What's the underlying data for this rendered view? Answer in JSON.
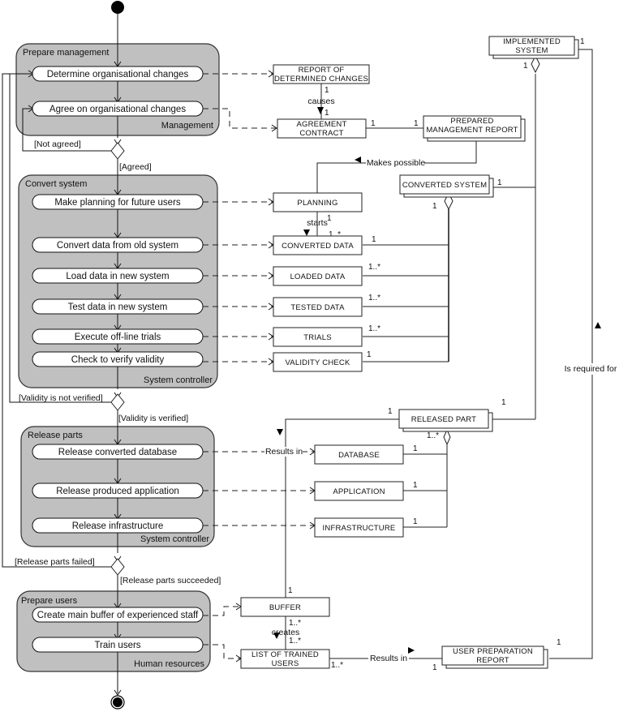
{
  "groups": [
    {
      "title": "Prepare management",
      "role": "Management"
    },
    {
      "title": "Convert system",
      "role": "System controller"
    },
    {
      "title": "Release parts",
      "role": "System controller"
    },
    {
      "title": "Prepare users",
      "role": "Human resources"
    }
  ],
  "activities": [
    "Determine organisational changes",
    "Agree on organisational changes",
    "Make planning for future users",
    "Convert data from old system",
    "Load data in new system",
    "Test data in new system",
    "Execute off-line trials",
    "Check to verify validity",
    "Release converted database",
    "Release produced application",
    "Release infrastructure",
    "Create main buffer of experienced staff",
    "Train users"
  ],
  "guards": {
    "not_agreed": "[Not agreed]",
    "agreed": "[Agreed]",
    "validity_not_verified": "[Validity is not verified]",
    "validity_verified": "[Validity is verified]",
    "release_failed": "[Release parts failed]",
    "release_succeeded": "[Release parts succeeded]"
  },
  "objects": {
    "report_changes": [
      "REPORT OF",
      "DETERMINED CHANGES"
    ],
    "agreement_contract": [
      "AGREEMENT",
      "CONTRACT"
    ],
    "prepared_mgmt_report": [
      "PREPARED",
      "MANAGEMENT REPORT"
    ],
    "implemented_system": [
      "IMPLEMENTED",
      "SYSTEM"
    ],
    "converted_system": "CONVERTED SYSTEM",
    "planning": "PLANNING",
    "converted_data": "CONVERTED DATA",
    "loaded_data": "LOADED DATA",
    "tested_data": "TESTED DATA",
    "trials": "TRIALS",
    "validity_check": "VALIDITY CHECK",
    "released_part": "RELEASED PART",
    "database": "DATABASE",
    "application": "APPLICATION",
    "infrastructure": "INFRASTRUCTURE",
    "buffer": "BUFFER",
    "list_trained_users": [
      "LIST OF TRAINED",
      "USERS"
    ],
    "user_prep_report": [
      "USER PREPARATION",
      "REPORT"
    ]
  },
  "associations": {
    "causes": "causes",
    "makes_possible": "Makes possible",
    "starts": "starts",
    "results_in_release": "Results in",
    "creates": "creates",
    "results_in_users": "Results in",
    "is_required_for": "Is required for"
  },
  "multiplicities": {
    "one": "1",
    "one_many": "1..*"
  }
}
